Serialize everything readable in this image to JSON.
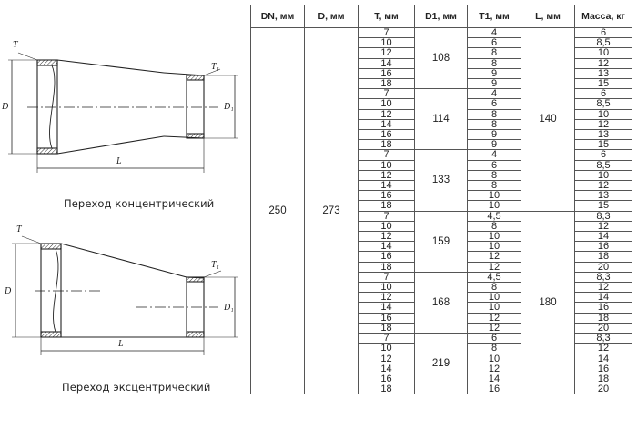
{
  "drawings": {
    "concentric": {
      "caption": "Переход концентрический",
      "labels": {
        "T": "T",
        "T1": "T₁",
        "D": "D",
        "D1": "D₁",
        "L": "L"
      }
    },
    "eccentric": {
      "caption": "Переход эксцентрический",
      "labels": {
        "T": "T",
        "T1": "T₁",
        "D": "D",
        "D1": "D₁",
        "L": "L"
      }
    }
  },
  "table": {
    "headers": [
      "DN, мм",
      "D, мм",
      "T, мм",
      "D1, мм",
      "T1, мм",
      "L, мм",
      "Масса, кг"
    ],
    "dn": "250",
    "d": "273",
    "groups": [
      {
        "d1": "108",
        "L": "",
        "T": [
          "7",
          "10",
          "12",
          "14",
          "16",
          "18"
        ],
        "T1": [
          "4",
          "6",
          "8",
          "8",
          "9",
          "9"
        ],
        "mass": [
          "6",
          "8,5",
          "10",
          "12",
          "13",
          "15"
        ]
      },
      {
        "d1": "114",
        "L": "140",
        "T": [
          "7",
          "10",
          "12",
          "14",
          "16",
          "18"
        ],
        "T1": [
          "4",
          "6",
          "8",
          "8",
          "9",
          "9"
        ],
        "mass": [
          "6",
          "8,5",
          "10",
          "12",
          "13",
          "15"
        ]
      },
      {
        "d1": "133",
        "L": "",
        "T": [
          "7",
          "10",
          "12",
          "14",
          "16",
          "18"
        ],
        "T1": [
          "4",
          "6",
          "8",
          "8",
          "10",
          "10"
        ],
        "mass": [
          "6",
          "8,5",
          "10",
          "12",
          "13",
          "15"
        ]
      },
      {
        "d1": "159",
        "L": "",
        "T": [
          "7",
          "10",
          "12",
          "14",
          "16",
          "18"
        ],
        "T1": [
          "4,5",
          "8",
          "10",
          "10",
          "12",
          "12"
        ],
        "mass": [
          "8,3",
          "12",
          "14",
          "16",
          "18",
          "20"
        ]
      },
      {
        "d1": "168",
        "L": "180",
        "T": [
          "7",
          "10",
          "12",
          "14",
          "16",
          "18"
        ],
        "T1": [
          "4,5",
          "8",
          "10",
          "10",
          "12",
          "12"
        ],
        "mass": [
          "8,3",
          "12",
          "14",
          "16",
          "18",
          "20"
        ]
      },
      {
        "d1": "219",
        "L": "",
        "T": [
          "7",
          "10",
          "12",
          "14",
          "16",
          "18"
        ],
        "T1": [
          "6",
          "8",
          "10",
          "12",
          "14",
          "16"
        ],
        "mass": [
          "8,3",
          "12",
          "14",
          "16",
          "18",
          "20"
        ]
      }
    ]
  }
}
